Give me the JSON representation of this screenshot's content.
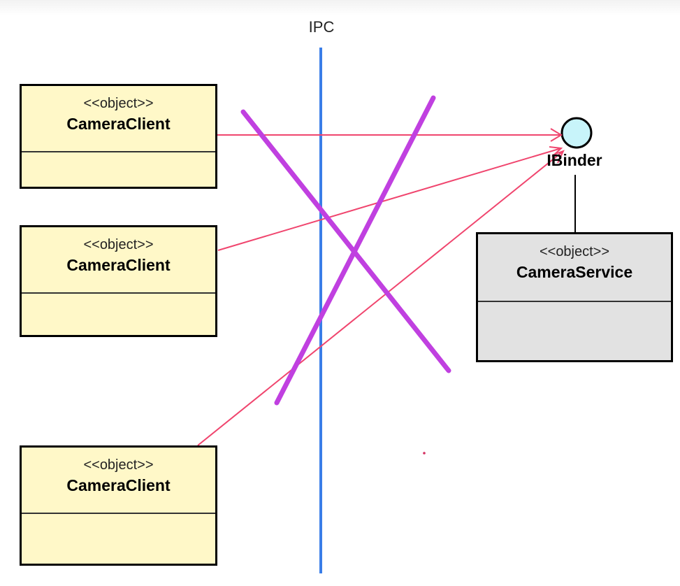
{
  "ipc_label": "IPC",
  "clients": [
    {
      "stereotype": "<<object>>",
      "name": "CameraClient"
    },
    {
      "stereotype": "<<object>>",
      "name": "CameraClient"
    },
    {
      "stereotype": "<<object>>",
      "name": "CameraClient"
    }
  ],
  "service": {
    "stereotype": "<<object>>",
    "name": "CameraService"
  },
  "interface": {
    "name": "IBinder"
  },
  "colors": {
    "client_fill": "#fff8c8",
    "service_fill": "#e2e2e2",
    "interface_fill": "#c8f4fa",
    "ipc_line": "#3a7ee8",
    "arrow": "#f0456e",
    "cross": "#c040e0"
  }
}
